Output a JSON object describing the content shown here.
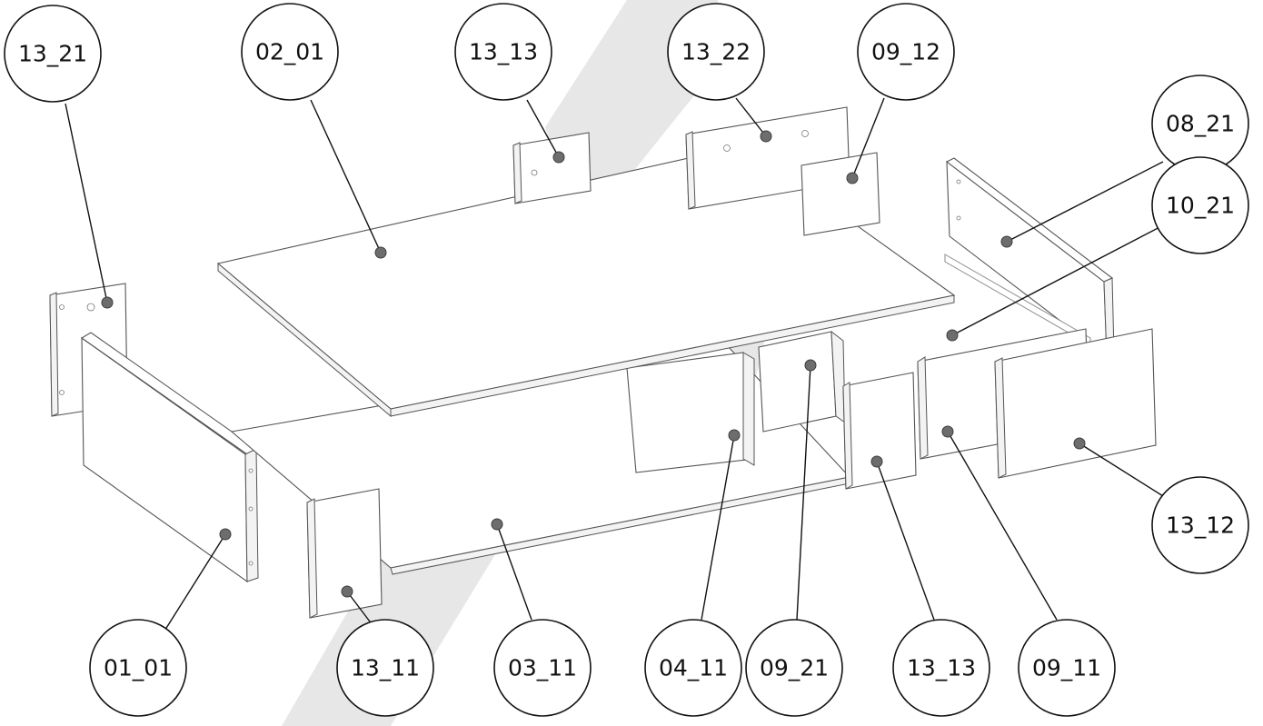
{
  "diagram": {
    "type": "exploded-assembly",
    "callouts": [
      {
        "id": "c-13_21-top-left",
        "label": "13_21"
      },
      {
        "id": "c-02_01",
        "label": "02_01"
      },
      {
        "id": "c-13_13-top",
        "label": "13_13"
      },
      {
        "id": "c-13_22",
        "label": "13_22"
      },
      {
        "id": "c-09_12",
        "label": "09_12"
      },
      {
        "id": "c-08_21",
        "label": "08_21"
      },
      {
        "id": "c-10_21",
        "label": "10_21"
      },
      {
        "id": "c-13_12",
        "label": "13_12"
      },
      {
        "id": "c-01_01",
        "label": "01_01"
      },
      {
        "id": "c-13_11",
        "label": "13_11"
      },
      {
        "id": "c-03_11",
        "label": "03_11"
      },
      {
        "id": "c-04_11",
        "label": "04_11"
      },
      {
        "id": "c-09_21",
        "label": "09_21"
      },
      {
        "id": "c-13_13-bottom",
        "label": "13_13"
      },
      {
        "id": "c-09_11",
        "label": "09_11"
      }
    ]
  }
}
